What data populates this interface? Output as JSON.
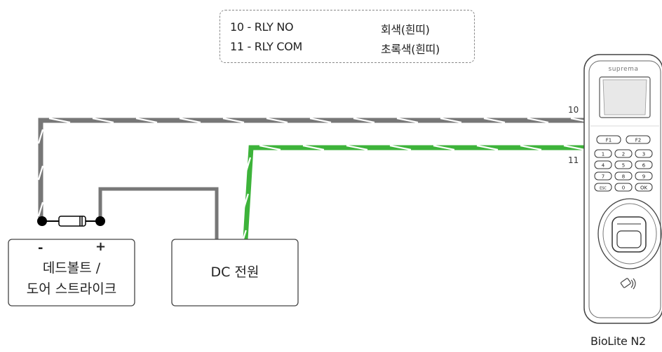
{
  "legend": {
    "rows": [
      {
        "code": "10 - RLY NO",
        "color": "회색(흰띠)"
      },
      {
        "code": "11 - RLY COM",
        "color": "초록색(흰띠)"
      }
    ]
  },
  "wires": {
    "no_label": "10",
    "com_label": "11",
    "no_color": "#777777",
    "com_color": "#3db33a",
    "stripe_color": "#ffffff",
    "dc_wire_color": "#777777"
  },
  "deadbolt": {
    "minus": "-",
    "plus": "+",
    "line1": "데드볼트 /",
    "line2": "도어 스트라이크"
  },
  "power": {
    "label": "DC 전원"
  },
  "device": {
    "brand": "suprema",
    "name": "BioLite N2",
    "keys": [
      [
        "F1",
        "F2"
      ],
      [
        "1",
        "2",
        "3"
      ],
      [
        "4",
        "5",
        "6"
      ],
      [
        "7",
        "8",
        "9"
      ],
      [
        "ESC",
        "0",
        "OK"
      ]
    ]
  }
}
